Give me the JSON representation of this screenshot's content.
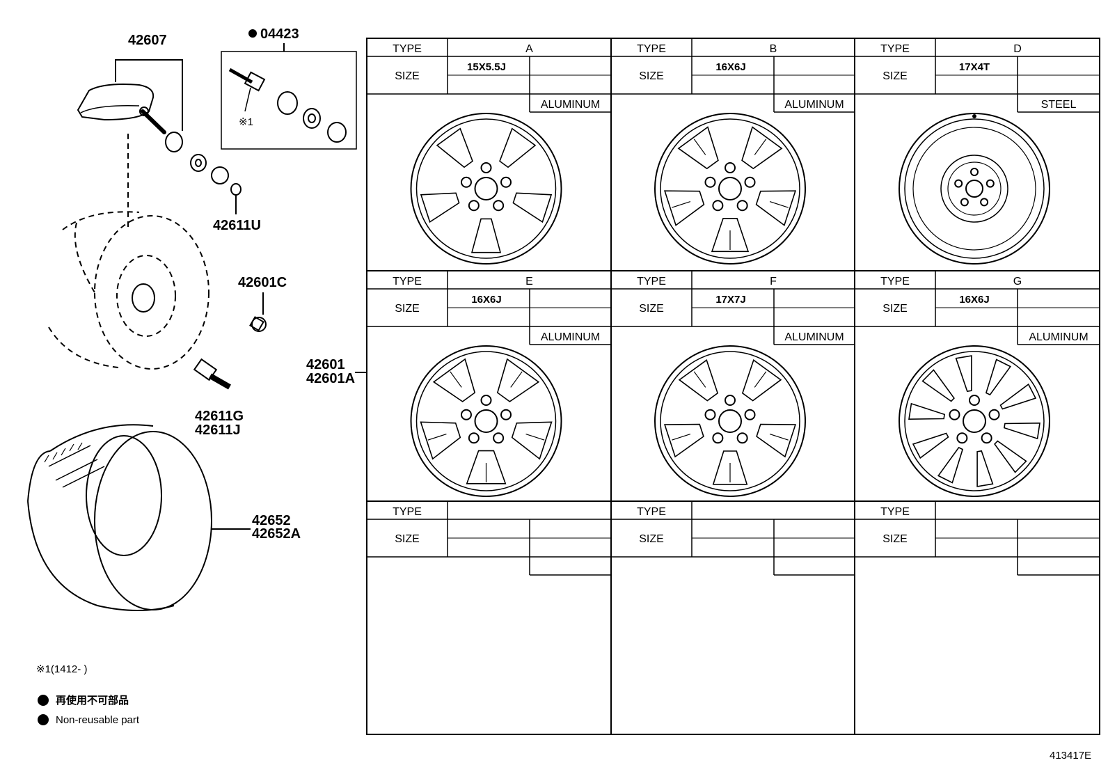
{
  "parts": {
    "p42607": "42607",
    "p04423": "04423",
    "p42611U": "42611U",
    "p42601C": "42601C",
    "p42611G": "42611G",
    "p42611J": "42611J",
    "p42652": "42652",
    "p42652A": "42652A",
    "p42601": "42601",
    "p42601A": "42601A",
    "ref_mark": "※1"
  },
  "notes": {
    "footnote": "※1(1412-     )",
    "legend_jp": "再使用不可部品",
    "legend_en": "Non-reusable part"
  },
  "figure_id": "413417E",
  "table": {
    "type_label": "TYPE",
    "size_label": "SIZE",
    "cells": [
      {
        "type": "A",
        "size": "15X5.5J",
        "material": "ALUMINUM",
        "style": "five-spoke"
      },
      {
        "type": "B",
        "size": "16X6J",
        "material": "ALUMINUM",
        "style": "split-spoke"
      },
      {
        "type": "D",
        "size": "17X4T",
        "material": "STEEL",
        "style": "steel"
      },
      {
        "type": "E",
        "size": "16X6J",
        "material": "ALUMINUM",
        "style": "double-spoke"
      },
      {
        "type": "F",
        "size": "17X7J",
        "material": "ALUMINUM",
        "style": "y-spoke"
      },
      {
        "type": "G",
        "size": "16X6J",
        "material": "ALUMINUM",
        "style": "swirl"
      },
      {
        "type": "",
        "size": "",
        "material": "",
        "style": ""
      },
      {
        "type": "",
        "size": "",
        "material": "",
        "style": ""
      },
      {
        "type": "",
        "size": "",
        "material": "",
        "style": ""
      }
    ]
  }
}
